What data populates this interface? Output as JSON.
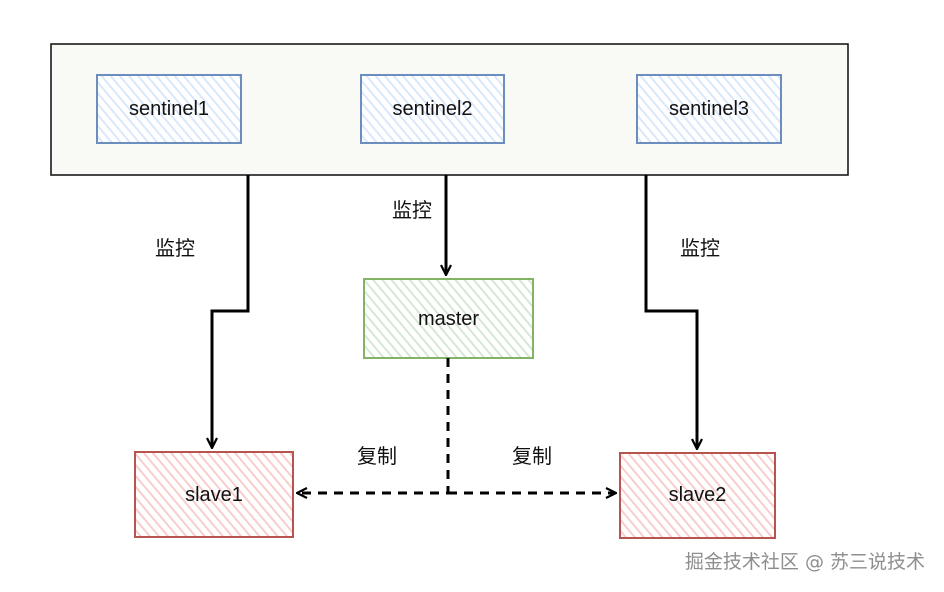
{
  "diagram": {
    "cluster": {
      "nodes": [
        "sentinel1",
        "sentinel2",
        "sentinel3"
      ]
    },
    "nodes": {
      "master": "master",
      "slave1": "slave1",
      "slave2": "slave2"
    },
    "edges": {
      "monitor_left": "监控",
      "monitor_center": "监控",
      "monitor_right": "监控",
      "replicate_left": "复制",
      "replicate_right": "复制"
    },
    "colors": {
      "sentinel_border": "#6c8ebf",
      "sentinel_fill": "#dae8fc",
      "master_border": "#82b366",
      "master_fill": "#d5e8d4",
      "slave_border": "#b85450",
      "slave_fill": "#f8cecc",
      "container_fill": "#f9f9f6"
    }
  },
  "watermark": "掘金技术社区 @ 苏三说技术"
}
